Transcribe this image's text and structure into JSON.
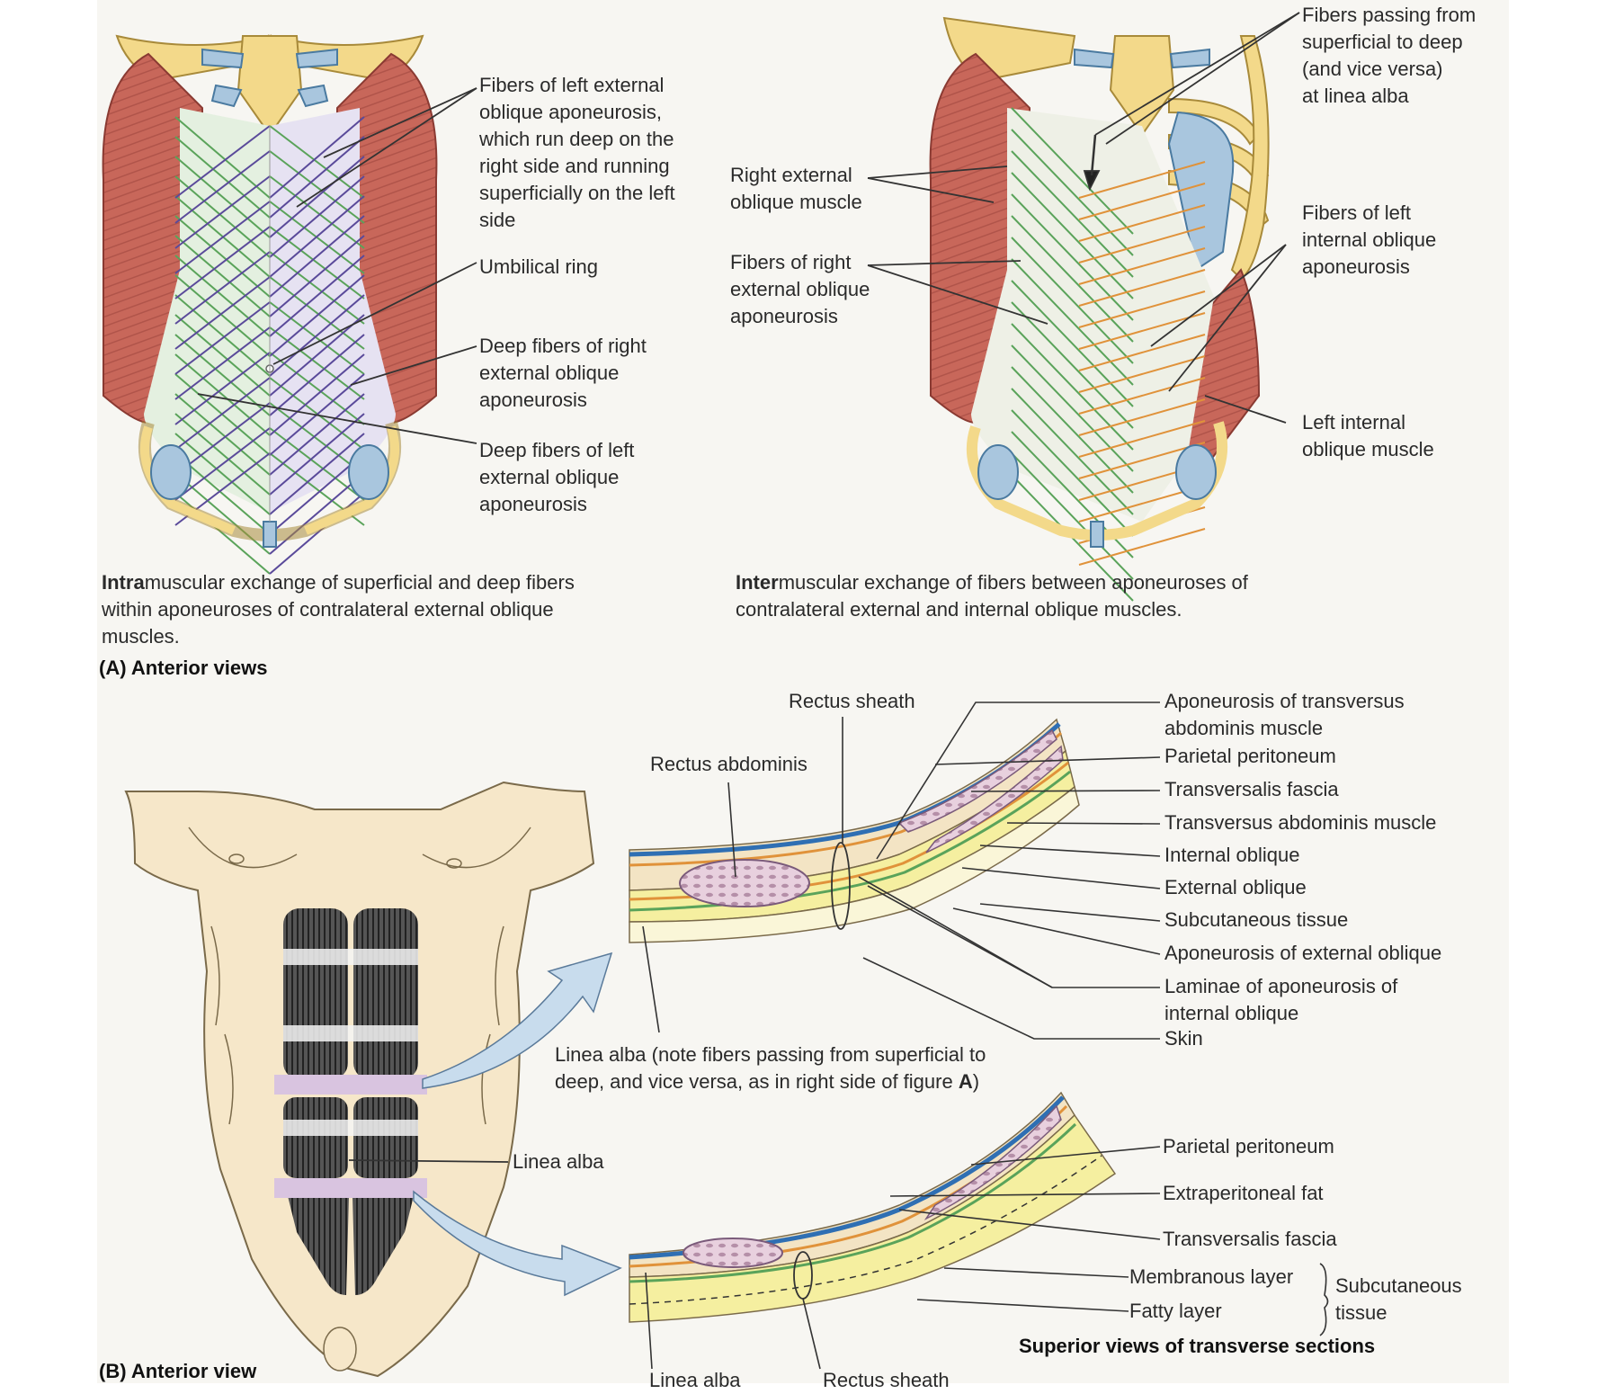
{
  "panelA": {
    "label": "(A) Anterior views",
    "left": {
      "caption_bold": "Intra",
      "caption_rest": "muscular exchange of superficial and deep fibers within aponeuroses of contralateral external oblique muscles.",
      "labels": {
        "fibers_left_ext": "Fibers of left external\noblique aponeurosis,\nwhich run deep on the\nright side and running\nsuperficially on the left\nside",
        "umbilical_ring": "Umbilical ring",
        "deep_right": "Deep fibers of right\nexternal oblique\naponeurosis",
        "deep_left": "Deep fibers of left\nexternal oblique\naponeurosis"
      }
    },
    "right": {
      "caption_bold": "Inter",
      "caption_rest": "muscular exchange of fibers between aponeuroses of contralateral external and internal oblique muscles.",
      "labels": {
        "passing": "Fibers passing from\nsuperficial to deep\n(and vice versa)\nat linea alba",
        "right_ext_muscle": "Right external\noblique muscle",
        "fibers_right_ext": "Fibers of right\nexternal oblique\naponeurosis",
        "fibers_left_int": "Fibers of left\ninternal oblique\naponeurosis",
        "left_int_muscle": "Left internal\noblique muscle"
      }
    }
  },
  "panelB": {
    "label": "(B) Anterior view",
    "linea_alba_body": "Linea alba",
    "upper_section": {
      "rectus_sheath": "Rectus sheath",
      "rectus_abdominis": "Rectus abdominis",
      "linea_alba_note": "Linea alba (note fibers passing from superficial to\ndeep, and vice versa, as in right side of figure ",
      "linea_alba_note_bold": "A",
      "linea_alba_note_end": ")",
      "layers": [
        "Aponeurosis of transversus\nabdominis muscle",
        "Parietal peritoneum",
        "Transversalis fascia",
        "Transversus abdominis muscle",
        "Internal oblique",
        "External oblique",
        "Subcutaneous tissue",
        "Aponeurosis of external oblique",
        "Laminae of aponeurosis of\ninternal oblique",
        "Skin"
      ]
    },
    "lower_section": {
      "layers": [
        "Parietal peritoneum",
        "Extraperitoneal fat",
        "Transversalis fascia"
      ],
      "membranous": "Membranous layer",
      "fatty": "Fatty layer",
      "subcutaneous": "Subcutaneous\ntissue",
      "title": "Superior views of transverse sections",
      "linea_alba": "Linea alba",
      "rectus_sheath": "Rectus sheath"
    }
  },
  "colors": {
    "muscle": "#c8675a",
    "bone": "#f3d98a",
    "cartilage": "#a9c6de",
    "green_fiber": "#5aa35a",
    "purple_fiber": "#5a4a9a",
    "orange_fiber": "#e0923a",
    "blue_layer": "#2f6fb3",
    "skin": "#f3e4c4",
    "yellow_layer": "#f5efa0"
  }
}
